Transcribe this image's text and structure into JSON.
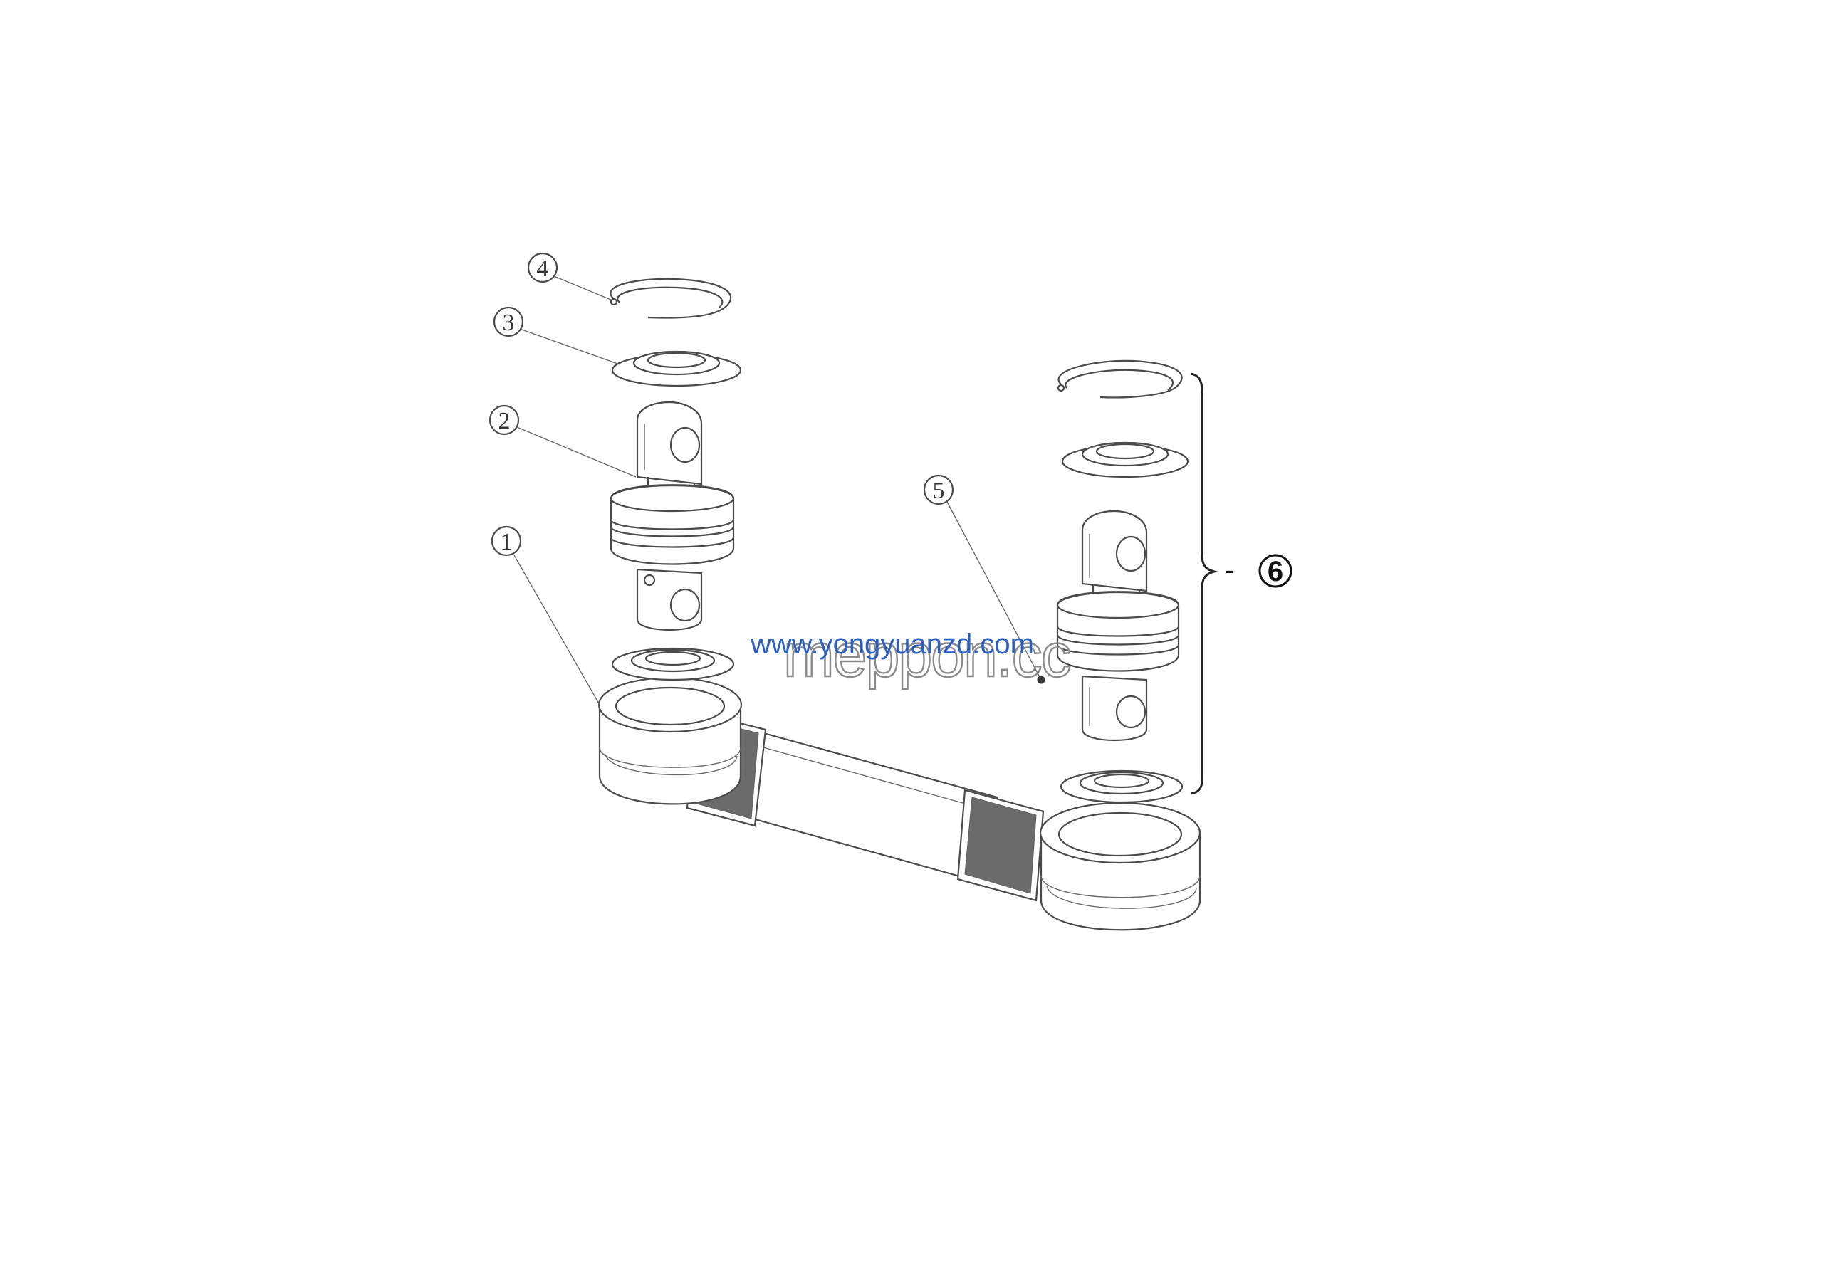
{
  "callouts": {
    "c1": "1",
    "c2": "2",
    "c3": "3",
    "c4": "4",
    "c5": "5",
    "c6": "6",
    "dash": "-"
  },
  "watermarks": {
    "overlay": "meppon.cc",
    "url": "www.yongyuanzd.com",
    "overlay_color": "#8a8a8a",
    "url_color": "#2a5fc0"
  }
}
